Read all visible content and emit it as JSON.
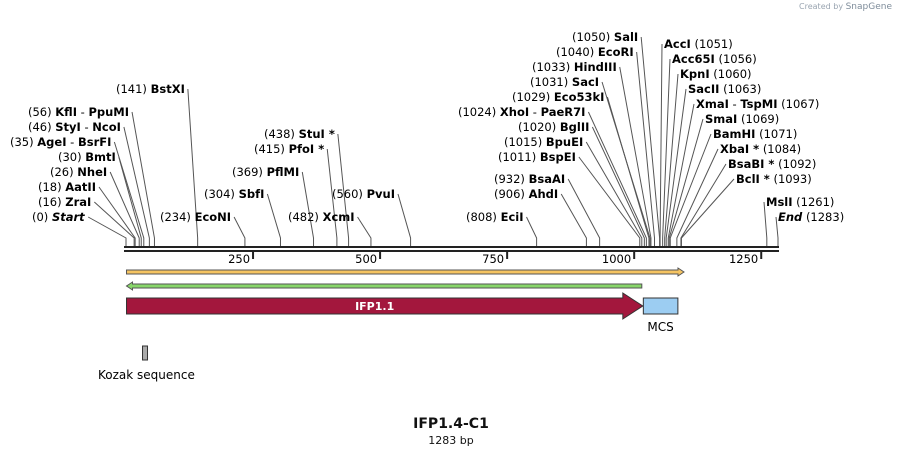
{
  "branding": {
    "created_by": "Created by",
    "brand": "SnapGene"
  },
  "map": {
    "title": "IFP1.4-C1",
    "length_label": "1283 bp",
    "length": 1283,
    "axis_ticks": [
      "250",
      "500",
      "750",
      "1000",
      "1250"
    ],
    "axis_tick_values": [
      250,
      500,
      750,
      1000,
      1250
    ]
  },
  "sites": [
    {
      "pos": "(0)",
      "name": "Start",
      "loc": 0,
      "italic": true
    },
    {
      "pos": "(16)",
      "name": "ZraI",
      "loc": 16
    },
    {
      "pos": "(18)",
      "name": "AatII",
      "loc": 18
    },
    {
      "pos": "(26)",
      "name": "NheI",
      "loc": 26
    },
    {
      "pos": "(30)",
      "name": "BmtI",
      "loc": 30
    },
    {
      "pos": "(35)",
      "name": "AgeI",
      "name2": "BsrFI",
      "loc": 35
    },
    {
      "pos": "(46)",
      "name": "StyI",
      "name2": "NcoI",
      "loc": 46
    },
    {
      "pos": "(56)",
      "name": "KflI",
      "name2": "PpuMI",
      "loc": 56
    },
    {
      "pos": "(141)",
      "name": "BstXI",
      "loc": 141
    },
    {
      "pos": "(234)",
      "name": "EcoNI",
      "loc": 234
    },
    {
      "pos": "(304)",
      "name": "SbfI",
      "loc": 304
    },
    {
      "pos": "(369)",
      "name": "PflMI",
      "loc": 369
    },
    {
      "pos": "(415)",
      "name": "PfoI *",
      "loc": 415
    },
    {
      "pos": "(438)",
      "name": "StuI *",
      "loc": 438
    },
    {
      "pos": "(482)",
      "name": "XcmI",
      "loc": 482
    },
    {
      "pos": "(560)",
      "name": "PvuI",
      "loc": 560
    },
    {
      "pos": "(808)",
      "name": "EciI",
      "loc": 808
    },
    {
      "pos": "(906)",
      "name": "AhdI",
      "loc": 906
    },
    {
      "pos": "(932)",
      "name": "BsaAI",
      "loc": 932
    },
    {
      "pos": "(1011)",
      "name": "BspEI",
      "loc": 1011
    },
    {
      "pos": "(1015)",
      "name": "BpuEI",
      "loc": 1015
    },
    {
      "pos": "(1020)",
      "name": "BglII",
      "loc": 1020
    },
    {
      "pos": "(1024)",
      "name": "XhoI",
      "name2": "PaeR7I",
      "loc": 1024
    },
    {
      "pos": "(1029)",
      "name": "Eco53kI",
      "loc": 1029
    },
    {
      "pos": "(1031)",
      "name": "SacI",
      "loc": 1031
    },
    {
      "pos": "(1033)",
      "name": "HindIII",
      "loc": 1033
    },
    {
      "pos": "(1040)",
      "name": "EcoRI",
      "loc": 1040
    },
    {
      "pos": "(1050)",
      "name": "SalI",
      "loc": 1050
    },
    {
      "pos": "(1051)",
      "name": "AccI",
      "loc": 1051
    },
    {
      "pos": "(1056)",
      "name": "Acc65I",
      "loc": 1056
    },
    {
      "pos": "(1060)",
      "name": "KpnI",
      "loc": 1060
    },
    {
      "pos": "(1063)",
      "name": "SacII",
      "loc": 1063
    },
    {
      "pos": "(1067)",
      "name": "XmaI",
      "name2": "TspMI",
      "loc": 1067
    },
    {
      "pos": "(1069)",
      "name": "SmaI",
      "loc": 1069
    },
    {
      "pos": "(1071)",
      "name": "BamHI",
      "loc": 1071
    },
    {
      "pos": "(1084)",
      "name": "XbaI *",
      "loc": 1084
    },
    {
      "pos": "(1092)",
      "name": "BsaBI *",
      "loc": 1092
    },
    {
      "pos": "(1093)",
      "name": "BclI *",
      "loc": 1093
    },
    {
      "pos": "(1261)",
      "name": "MslI",
      "loc": 1261
    },
    {
      "pos": "(1283)",
      "name": "End",
      "loc": 1283,
      "italic": true
    }
  ],
  "features": {
    "ifp": {
      "label": "IFP1.1",
      "start": 1,
      "end": 1017,
      "color": "#a3173d"
    },
    "mcs": {
      "label": "MCS",
      "start": 1018,
      "end": 1086,
      "color": "#9ccdf2"
    },
    "kozak": {
      "label": "Kozak sequence",
      "start": 1,
      "end": 10,
      "color": "#aaaaaa"
    },
    "orf1": {
      "start": 1,
      "end": 1098,
      "color": "#f5c462",
      "direction": "forward"
    },
    "orf2": {
      "start": 1,
      "end": 1015,
      "color": "#88d66a",
      "direction": "reverse"
    }
  }
}
